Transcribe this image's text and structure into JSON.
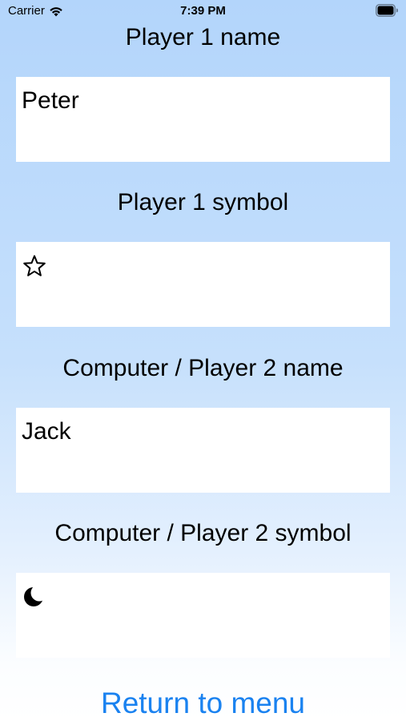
{
  "status_bar": {
    "carrier": "Carrier",
    "time": "7:39 PM",
    "wifi_icon": "wifi-icon",
    "battery_icon": "battery-icon"
  },
  "player1": {
    "name_label": "Player 1 name",
    "name_value": "Peter",
    "symbol_label": "Player 1 symbol",
    "symbol_icon": "star-outline-icon"
  },
  "player2": {
    "name_label": "Computer / Player 2 name",
    "name_value": "Jack",
    "symbol_label": "Computer / Player 2 symbol",
    "symbol_icon": "moon-icon"
  },
  "return_button": {
    "label": "Return to menu",
    "color": "#1a82f0"
  }
}
